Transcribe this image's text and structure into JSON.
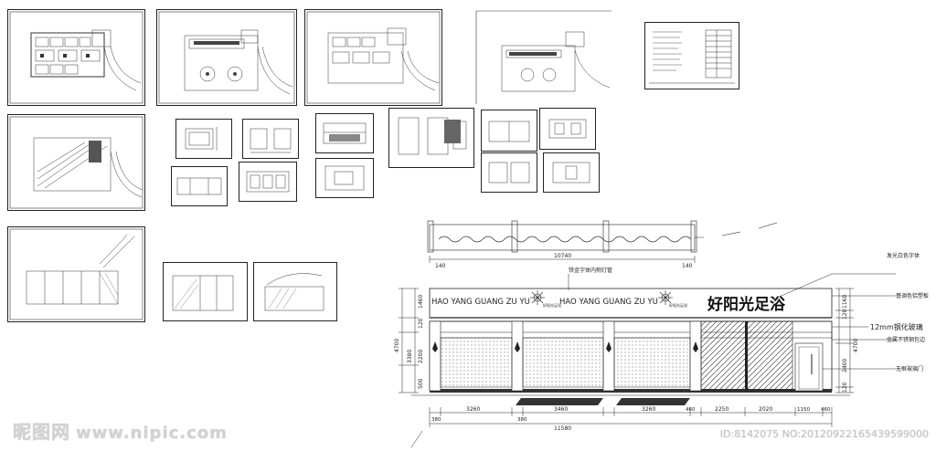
{
  "elevation": {
    "sign_en": "HAO YANG GUANG ZU YU",
    "sign_cn": "好阳光足浴",
    "logo_small_text": "好阳光足浴",
    "notes": {
      "n1": "铁金字体内侧灯管",
      "n2": "发光白色字体",
      "n3": "基调色铝塑板",
      "n4": "12mm钢化玻璃",
      "n5": "金属不锈钢包边",
      "n6": "无框玻璃门"
    },
    "dims_top": {
      "total": "10740",
      "left": "140",
      "right": "140"
    },
    "dims_bottom": {
      "d1": "380",
      "d2": "3260",
      "d3": "380",
      "d4": "3460",
      "d5": "3260",
      "d6": "460",
      "d7": "2250",
      "d8": "2020",
      "d9": "1150",
      "d10": "460",
      "total": "11580"
    },
    "dims_left": {
      "a": "1460",
      "b": "120",
      "c": "3380",
      "d": "2200",
      "e": "500",
      "total": "4700"
    },
    "dims_right": {
      "a": "1160",
      "b": "120",
      "c": "4700",
      "d": "2400",
      "e": "120"
    }
  },
  "watermark": {
    "site": "昵图网",
    "url": "www.nipic.com",
    "id_text": "ID:8142075 NO:20120922165439599000"
  }
}
